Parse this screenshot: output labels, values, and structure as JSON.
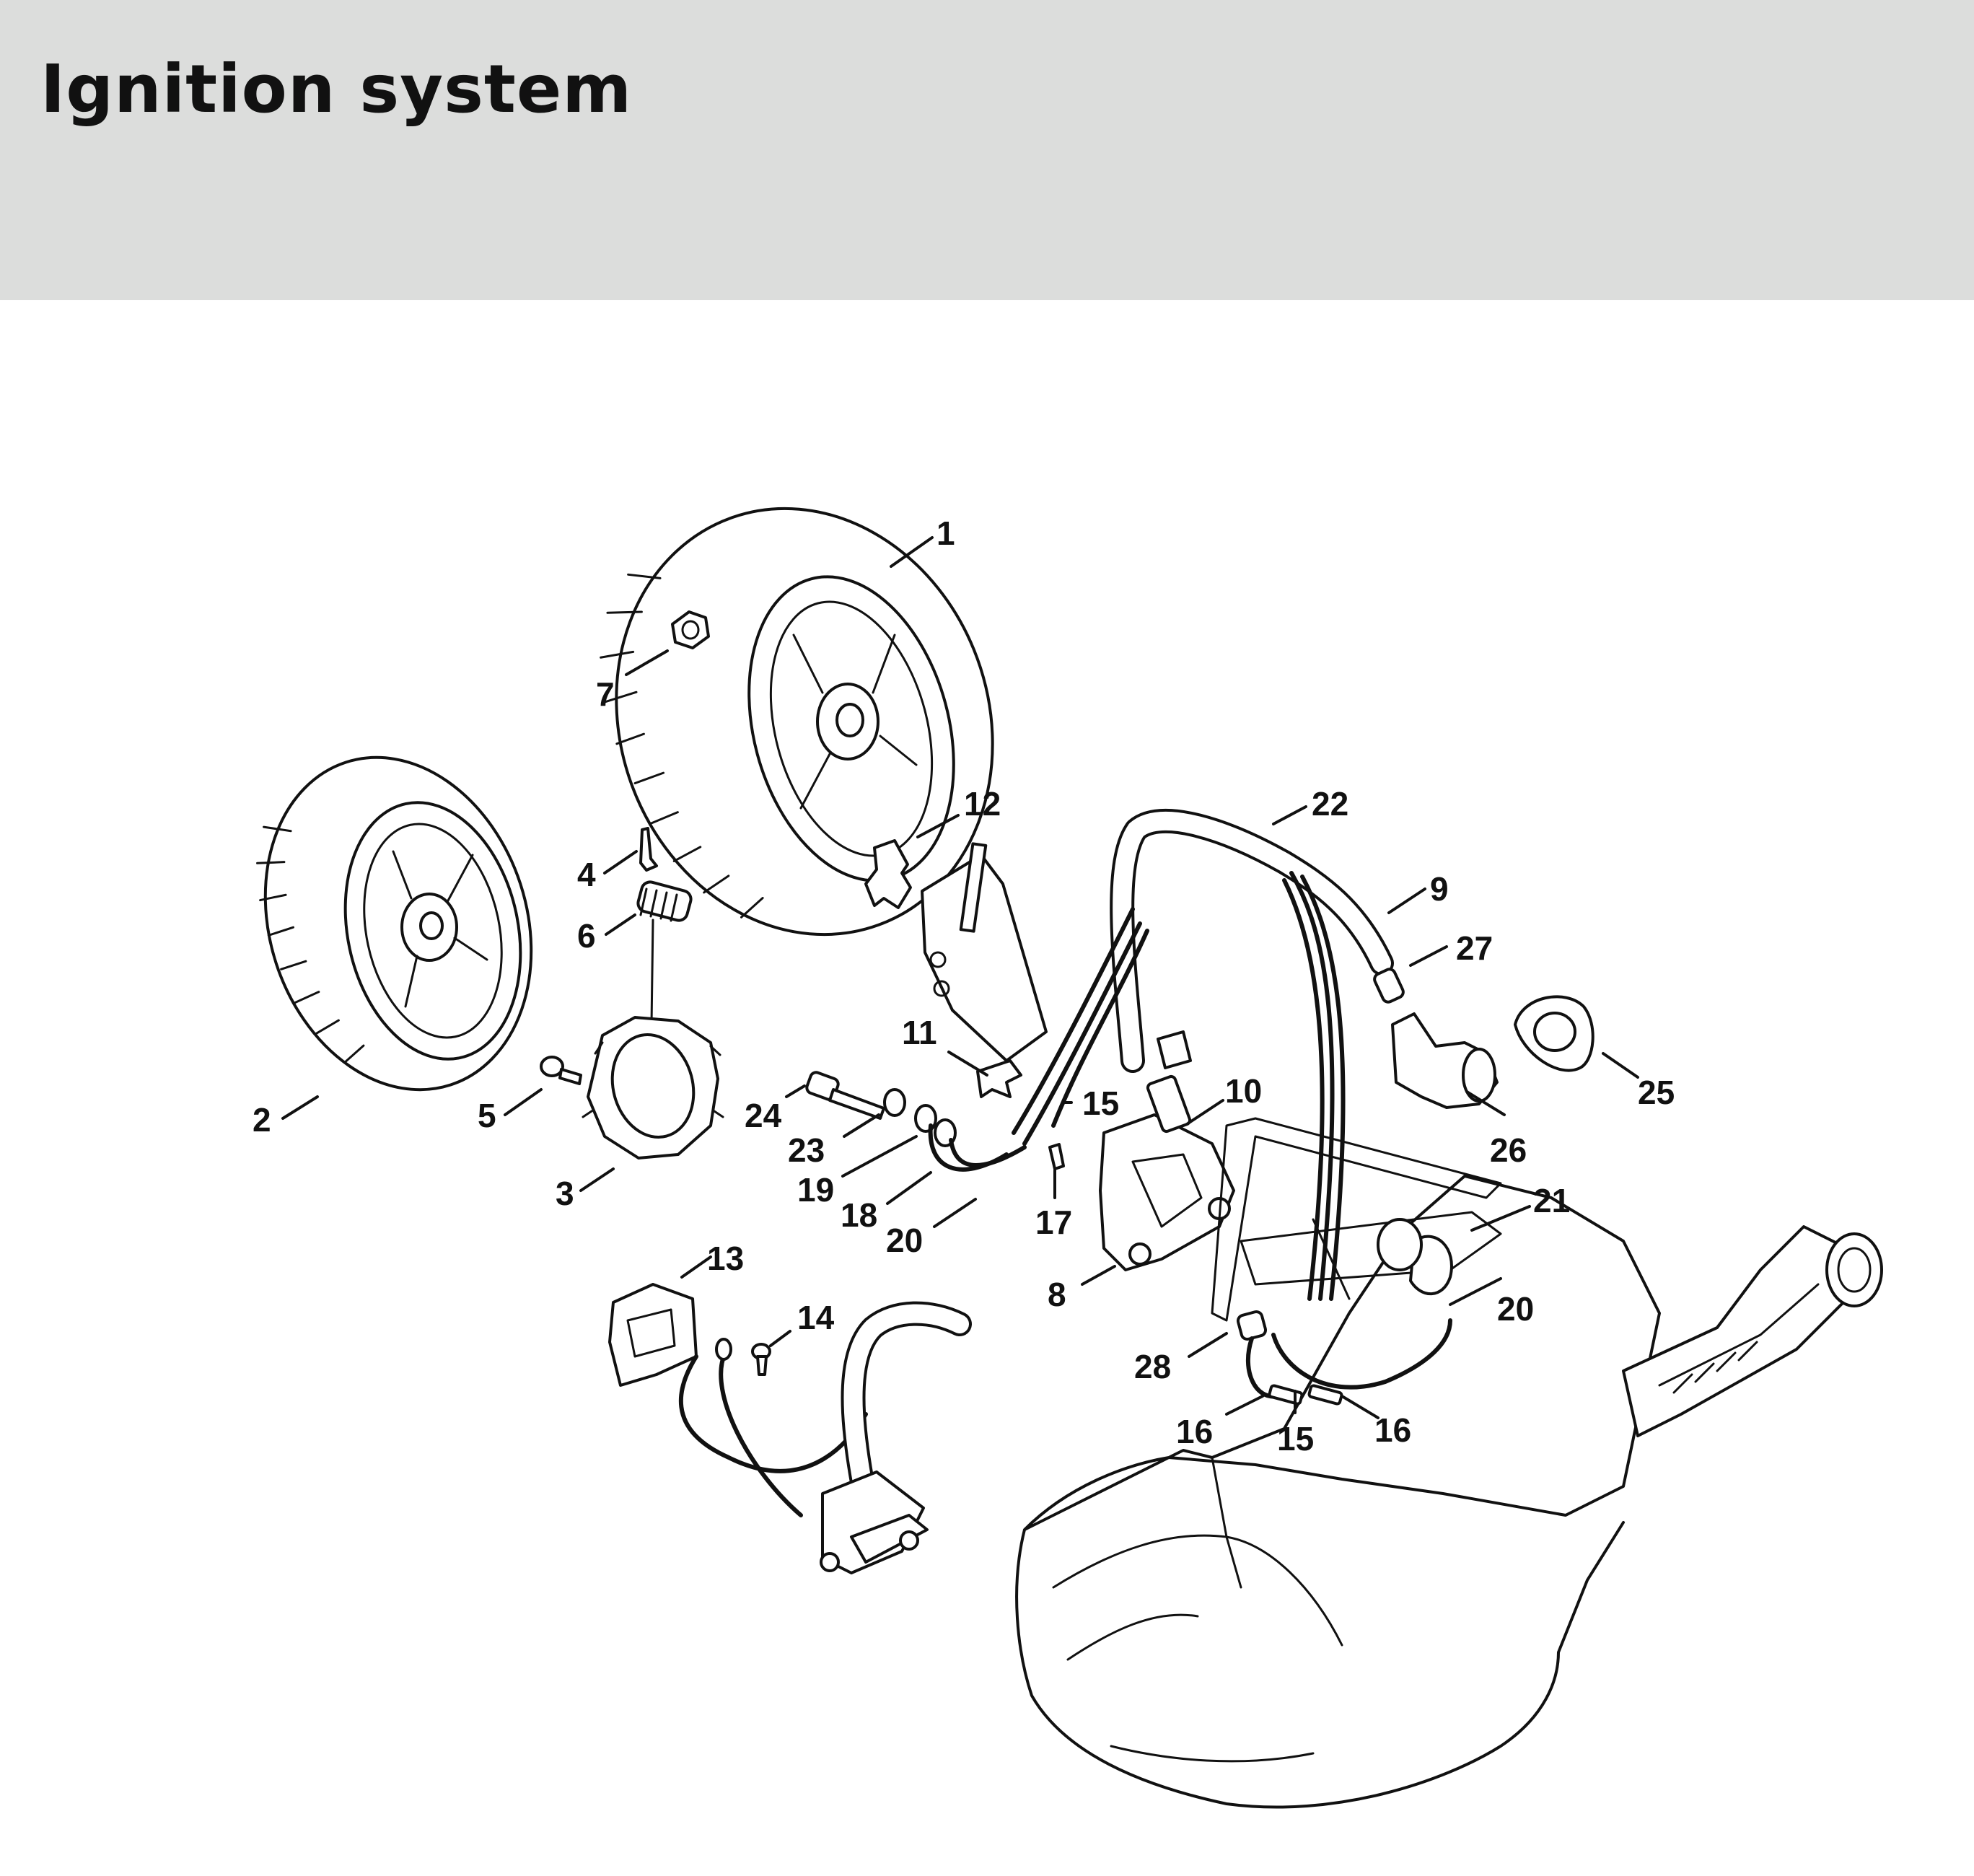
{
  "title": "Ignition system",
  "colors": {
    "header_bg": "#dcdddc",
    "line": "#111111",
    "background": "#ffffff"
  },
  "callouts": [
    {
      "id": "c1",
      "label": "1"
    },
    {
      "id": "c2",
      "label": "2"
    },
    {
      "id": "c3",
      "label": "3"
    },
    {
      "id": "c4",
      "label": "4"
    },
    {
      "id": "c5",
      "label": "5"
    },
    {
      "id": "c6",
      "label": "6"
    },
    {
      "id": "c7",
      "label": "7"
    },
    {
      "id": "c8",
      "label": "8"
    },
    {
      "id": "c9",
      "label": "9"
    },
    {
      "id": "c10",
      "label": "10"
    },
    {
      "id": "c11",
      "label": "11"
    },
    {
      "id": "c12",
      "label": "12"
    },
    {
      "id": "c13",
      "label": "13"
    },
    {
      "id": "c14",
      "label": "14"
    },
    {
      "id": "c15a",
      "label": "15"
    },
    {
      "id": "c15b",
      "label": "15"
    },
    {
      "id": "c16a",
      "label": "16"
    },
    {
      "id": "c16b",
      "label": "16"
    },
    {
      "id": "c17",
      "label": "17"
    },
    {
      "id": "c18",
      "label": "18"
    },
    {
      "id": "c19",
      "label": "19"
    },
    {
      "id": "c20a",
      "label": "20"
    },
    {
      "id": "c20b",
      "label": "20"
    },
    {
      "id": "c21",
      "label": "21"
    },
    {
      "id": "c22",
      "label": "22"
    },
    {
      "id": "c23",
      "label": "23"
    },
    {
      "id": "c24",
      "label": "24"
    },
    {
      "id": "c25",
      "label": "25"
    },
    {
      "id": "c26",
      "label": "26"
    },
    {
      "id": "c27",
      "label": "27"
    },
    {
      "id": "c28",
      "label": "28"
    }
  ]
}
